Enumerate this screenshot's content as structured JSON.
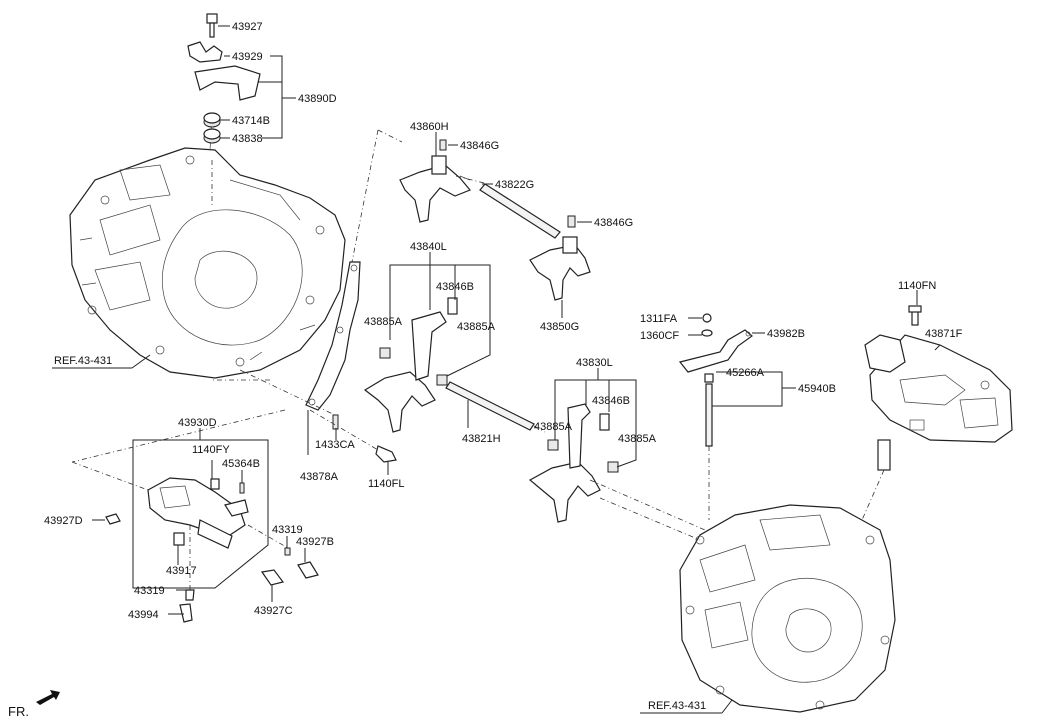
{
  "labels": {
    "p43927": "43927",
    "p43929": "43929",
    "p43890D": "43890D",
    "p43714B": "43714B",
    "p43838": "43838",
    "ref_left": "REF.43-431",
    "p43860H": "43860H",
    "p43846G_top": "43846G",
    "p43822G": "43822G",
    "p43846G_mid": "43846G",
    "p43840L": "43840L",
    "p43846B_a": "43846B",
    "p43885A_a": "43885A",
    "p43885A_b": "43885A",
    "p43850G": "43850G",
    "p1311FA": "1311FA",
    "p1360CF": "1360CF",
    "p43982B": "43982B",
    "p1140FN": "1140FN",
    "p43871F": "43871F",
    "p45266A": "45266A",
    "p45940B": "45940B",
    "p43830L": "43830L",
    "p43846B_b": "43846B",
    "p43885A_c": "43885A",
    "p43885A_d": "43885A",
    "p43821H": "43821H",
    "p1433CA": "1433CA",
    "p43878A": "43878A",
    "p1140FL": "1140FL",
    "p43930D": "43930D",
    "p1140FY": "1140FY",
    "p45364B": "45364B",
    "p43927D": "43927D",
    "p43319_a": "43319",
    "p43927B": "43927B",
    "p43917": "43917",
    "p43319_b": "43319",
    "p43994": "43994",
    "p43927C": "43927C",
    "ref_right": "REF.43-431",
    "fr": "FR."
  }
}
